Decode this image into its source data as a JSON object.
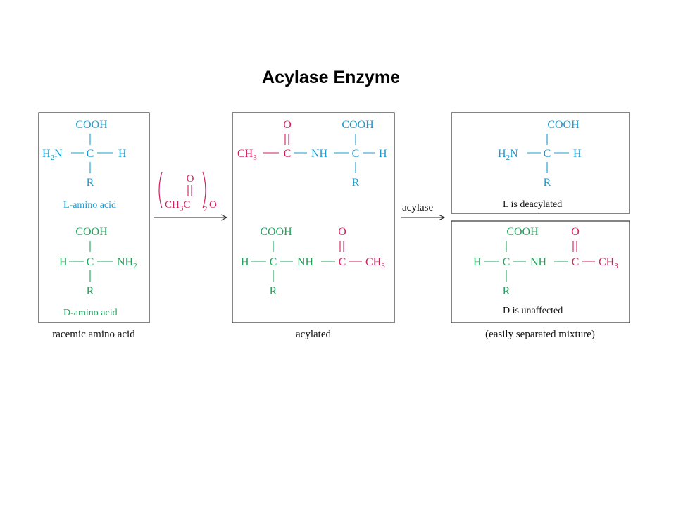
{
  "title": "Acylase Enzyme",
  "colors": {
    "l_form": "#1a9bd1",
    "d_form": "#1fa35a",
    "acetyl": "#d11f58"
  },
  "atoms": {
    "cooh": "COOH",
    "h": "H",
    "c": "C",
    "r": "R",
    "n": "N",
    "nh": "NH",
    "o": "O",
    "h2": "H",
    "sub2": "2",
    "sub3": "3",
    "ch": "CH",
    "nh2_n": "NH"
  },
  "panels": {
    "racemic": {
      "l_label": "L-amino acid",
      "d_label": "D-amino acid",
      "caption": "racemic amino acid"
    },
    "acylated": {
      "caption": "acylated"
    },
    "products": {
      "l_label": "L is deacylated",
      "d_label": "D is unaffected",
      "caption": "(easily separated mixture)"
    }
  },
  "reagent": {
    "o_label": "O",
    "ch": "CH",
    "sub3": "3",
    "c": "C",
    "sub2": "2",
    "o_right": "O"
  },
  "arrows": {
    "second_label": "acylase"
  }
}
